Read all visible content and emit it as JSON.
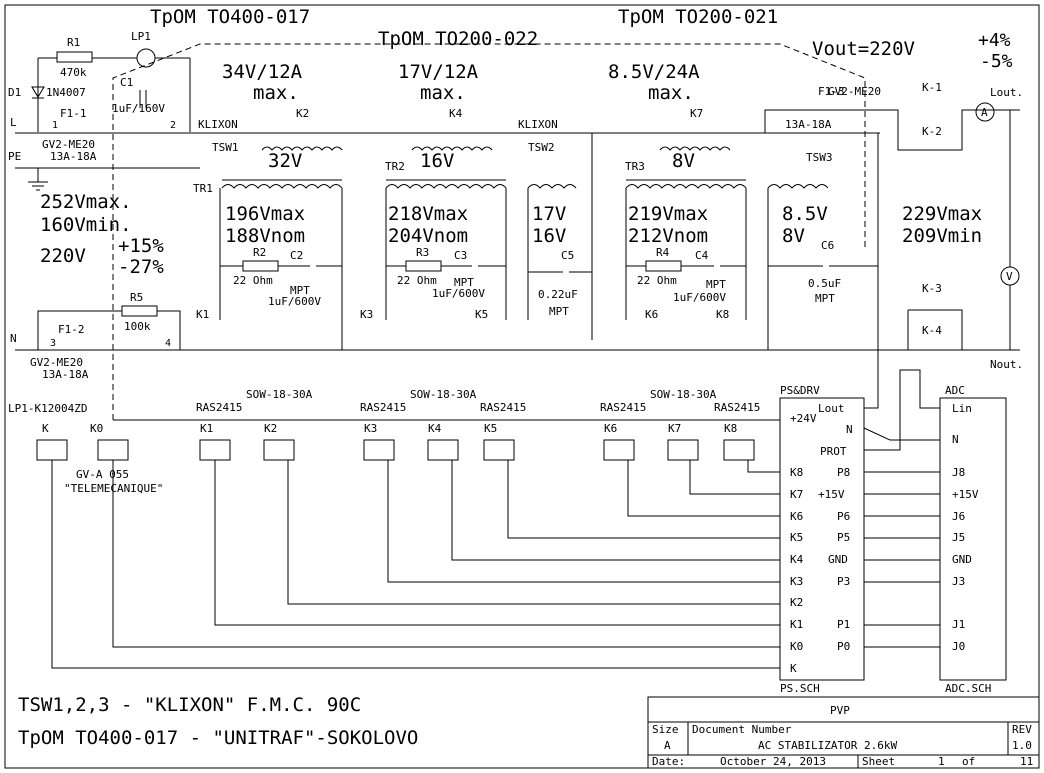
{
  "headers": [
    "ТрОМ ТО400-017",
    "ТрОМ ТО200-021",
    "ТрОМ ТО200-022"
  ],
  "vout": {
    "label": "Vout=220V",
    "plus": "+4%",
    "minus": "-5%"
  },
  "tap_labels": [
    "34V/12A",
    "17V/12A",
    "8.5V/24A"
  ],
  "max_word": "max.",
  "secondary_labels": [
    "32V",
    "16V",
    "8V"
  ],
  "input_range": {
    "max": "252Vmax.",
    "min": "160Vmin.",
    "nominal": "220V",
    "plus": "+15%",
    "minus": "-27%"
  },
  "tr_volts": {
    "tr1": [
      "196Vmax",
      "188Vnom"
    ],
    "tr2": [
      "218Vmax",
      "204Vnom"
    ],
    "tr2b": [
      "17V",
      "16V"
    ],
    "tr3": [
      "219Vmax",
      "212Vnom"
    ],
    "tr3b": [
      "8.5V",
      "8V"
    ],
    "out": [
      "229Vmax",
      "209Vmin"
    ]
  },
  "components": {
    "R1": "R1",
    "R1v": "470k",
    "LP1": "LP1",
    "C1": "C1",
    "C1v": "1uF/160V",
    "D1": "D1",
    "D1v": "1N4007",
    "F11": "F1-1",
    "F12": "F1-2",
    "F13": "F1-3",
    "gv1": "GV2-ME20",
    "gv1a": "13A-18A",
    "gv2": "GV2-ME20",
    "gv2a": "13A-18A",
    "gv3": "GV2-ME20",
    "gv3a": "13A-18A",
    "R5": "R5",
    "R5v": "100k",
    "klixon": "KLIXON",
    "TSW1": "TSW1",
    "TSW2": "TSW2",
    "TSW3": "TSW3",
    "TR1": "TR1",
    "TR2": "TR2",
    "TR3": "TR3",
    "R2": "R2",
    "R3": "R3",
    "R4": "R4",
    "ohm": "22 Ohm",
    "C2": "C2",
    "C3": "C3",
    "C4": "C4",
    "C5": "C5",
    "C6": "C6",
    "mpt": "MPT",
    "c600": "1uF/600V",
    "c5v": "0.22uF",
    "c6v": "0.5uF",
    "K1": "K1",
    "K2": "K2",
    "K3": "K3",
    "K4": "K4",
    "K5": "K5",
    "K6": "K6",
    "K7": "K7",
    "K8": "K8",
    "Km1": "K-1",
    "Km2": "K-2",
    "Km3": "K-3",
    "Km4": "K-4",
    "lout": "Lout.",
    "nout": "Nout.",
    "L": "L",
    "PE": "PE",
    "N": "N",
    "lp1k": "LP1-K12004ZD",
    "gva": "GV-A 055",
    "tele": "\"TELEMECANIQUE\"",
    "ras": "RAS2415",
    "sow": "SOW-18-30A",
    "K": "K",
    "K0": "K0"
  },
  "psdrv": {
    "title": "PS&DRV",
    "footer": "PS.SCH",
    "right_pins": [
      "Lout",
      "N",
      "PROT",
      "P8",
      "+15V",
      "P6",
      "P5",
      "GND",
      "P3",
      "P1",
      "P0"
    ],
    "left_pins": [
      "+24V",
      "K8",
      "K7",
      "K6",
      "K5",
      "K4",
      "K3",
      "K2",
      "K1",
      "K0",
      "K"
    ]
  },
  "adc": {
    "title": "ADC",
    "footer": "ADC.SCH",
    "pins": [
      "Lin",
      "N",
      "J8",
      "+15V",
      "J6",
      "J5",
      "GND",
      "J3",
      "J1",
      "J0"
    ]
  },
  "notes": [
    "TSW1,2,3 - \"KLIXON\" F.M.C. 90C",
    "ТрОМ ТО400-017 - \"UNITRAF\"-SOKOLOVO"
  ],
  "title_block": {
    "company": "PVP",
    "size_label": "Size",
    "size": "A",
    "docnum_label": "Document Number",
    "docnum": "AC STABILIZATOR 2.6kW",
    "rev_label": "REV",
    "rev": "1.0",
    "date_label": "Date:",
    "date": "October 24, 2013",
    "sheet_label": "Sheet",
    "sheet": "1",
    "of_label": "of",
    "sheets": "11"
  }
}
